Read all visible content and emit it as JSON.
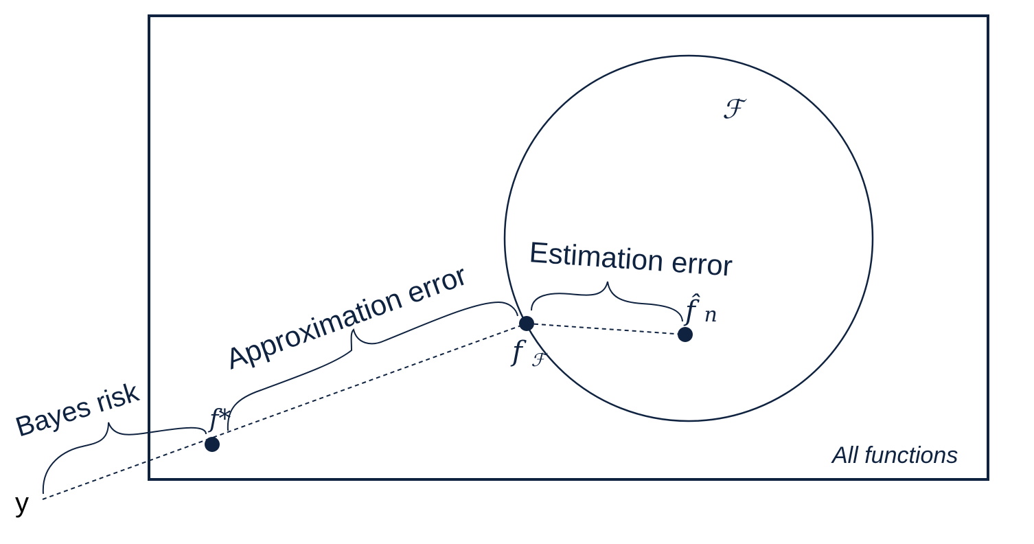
{
  "colors": {
    "ink": "#0f2340",
    "background": "#ffffff"
  },
  "diagram": {
    "outer_box_label": "All functions",
    "circle_label": "ℱ",
    "points": {
      "y": "y",
      "f_star": "f*",
      "f_F": "f",
      "f_F_subscript": "ℱ",
      "f_hat_n": "f̂",
      "f_hat_n_subscript": "n"
    },
    "braces": {
      "bayes_risk": "Bayes risk",
      "approximation_error": "Approximation error",
      "estimation_error": "Estimation error"
    }
  }
}
